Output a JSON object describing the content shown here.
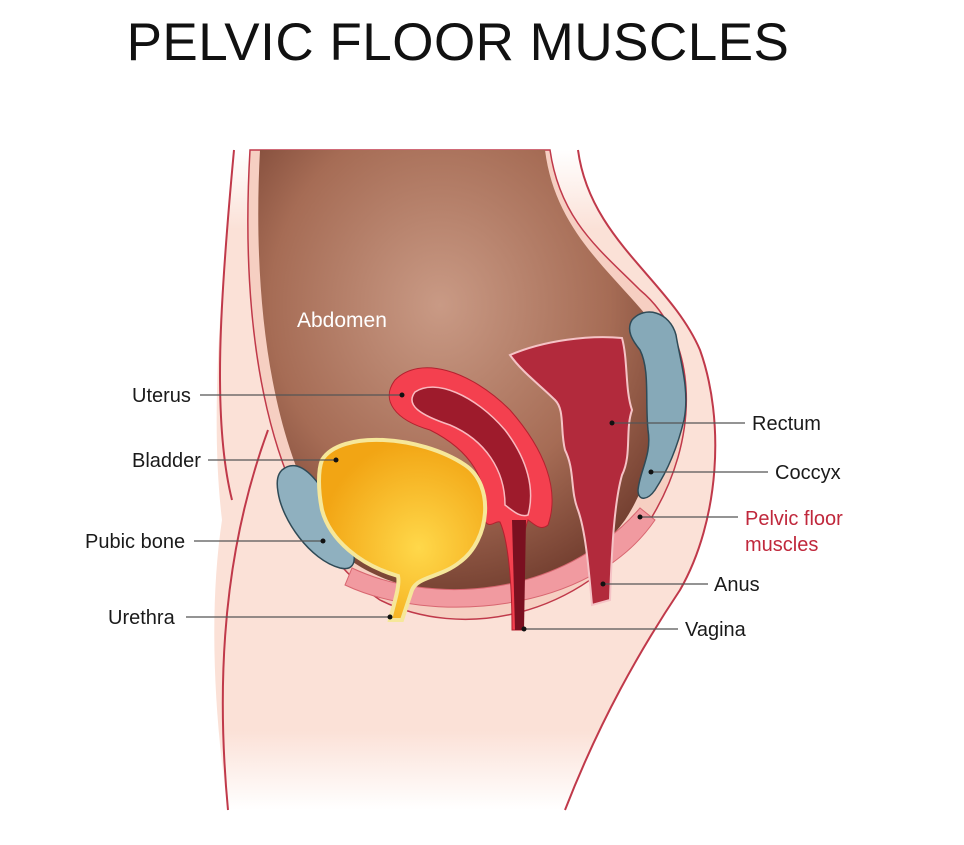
{
  "title": "PELVIC FLOOR MUSCLES",
  "labels": {
    "abdomen": "Abdomen",
    "uterus": "Uterus",
    "bladder": "Bladder",
    "pubic_bone": "Pubic bone",
    "urethra": "Urethra",
    "rectum": "Rectum",
    "coccyx": "Coccyx",
    "pelvic_floor_line1": "Pelvic floor",
    "pelvic_floor_line2": "muscles",
    "anus": "Anus",
    "vagina": "Vagina"
  },
  "colors": {
    "skin": "#fbe1d7",
    "outline": "#c0394a",
    "abdomen": "#a46b55",
    "uterus": "#f4404f",
    "bladder": "#f7b51f",
    "bone": "#8fb0bf",
    "rectum": "#b22a3c",
    "highlight": "#c0283c"
  }
}
